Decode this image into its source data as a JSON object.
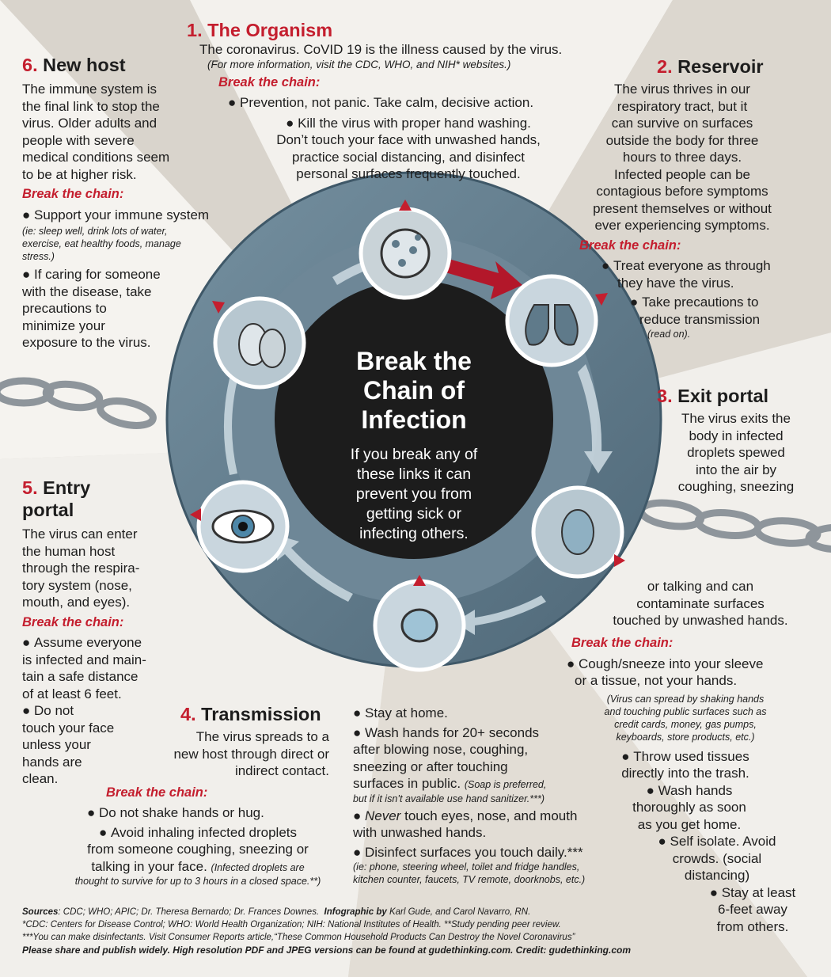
{
  "center": {
    "title_lines": [
      "Break the",
      "Chain of",
      "Infection"
    ],
    "text_lines": [
      "If you break any of",
      "these links it can",
      "prevent you from",
      "getting sick or",
      "infecting others."
    ]
  },
  "break_label": "Break the chain:",
  "s1": {
    "num": "1.",
    "title": "The Organism",
    "text": "The coronavirus. CoVID 19 is the illness caused by the virus.",
    "note": "(For more information, visit the CDC, WHO, and NIH* websites.)",
    "b1": "Prevention, not panic. Take calm, decisive action.",
    "b2_lines": [
      "Kill the virus with proper hand washing.",
      "Don’t touch your face with unwashed hands,",
      "practice social distancing, and disinfect",
      "personal surfaces frequently touched."
    ]
  },
  "s2": {
    "num": "2.",
    "title": "Reservoir",
    "text_lines": [
      "The virus thrives in our",
      "respiratory tract, but it",
      "can survive on surfaces",
      "outside the body for three",
      "hours to three days.",
      "Infected people can be",
      "contagious before symptoms",
      "present themselves or without",
      "ever experiencing symptoms."
    ],
    "b1_lines": [
      "Treat everyone as through",
      "they have the virus."
    ],
    "b2_lines": [
      "Take precautions to",
      "reduce transmission"
    ],
    "note": "(read on)."
  },
  "s3": {
    "num": "3.",
    "title": "Exit portal",
    "text_lines": [
      "The virus exits the",
      "body in infected",
      "droplets spewed",
      "into the air by",
      "coughing, sneezing"
    ],
    "cont_lines": [
      "or talking and can",
      "contaminate surfaces",
      "touched by unwashed hands."
    ],
    "b1_lines": [
      "Cough/sneeze into your sleeve",
      "or a tissue, not your hands."
    ],
    "note_lines": [
      "(Virus can spread by shaking hands",
      "and touching public surfaces such as",
      "credit cards, money, gas pumps,",
      "keyboards, store products, etc.)"
    ],
    "b2_lines": [
      "Throw used tissues",
      "directly into the trash."
    ],
    "b3_lines": [
      "Wash hands",
      "thoroughly as soon",
      "as you get home."
    ],
    "b4_lines": [
      "Self isolate. Avoid",
      "crowds. (social",
      "distancing)"
    ],
    "b5_lines": [
      "Stay at least",
      "6-feet away",
      "from others."
    ]
  },
  "s4": {
    "num": "4.",
    "title": "Transmission",
    "text_lines": [
      "The virus spreads to a",
      "new host through direct or",
      "indirect contact."
    ],
    "b1": "Do not shake hands or hug.",
    "b2_lines": [
      "Avoid inhaling infected droplets",
      "from someone coughing, sneezing or",
      "talking in your face."
    ],
    "note_lines": [
      "(Infected droplets are",
      "thought to survive for up to 3 hours in a closed space.**)"
    ],
    "m1": "Stay at home.",
    "m2_lines": [
      "Wash hands for 20+ seconds",
      "after blowing nose, coughing,",
      "sneezing or after touching",
      "surfaces in public."
    ],
    "m2_note_lines": [
      "(Soap is preferred,",
      "but if it isn’t available use hand sanitizer.***)"
    ],
    "m3_em": "Never",
    "m3_lines": [
      "touch eyes, nose, and mouth",
      "with unwashed hands."
    ],
    "m4": "Disinfect surfaces you touch daily.***",
    "m4_note_lines": [
      "(ie: phone, steering wheel, toilet and fridge handles,",
      "kitchen counter, faucets, TV remote, doorknobs, etc.)"
    ]
  },
  "s5": {
    "num": "5.",
    "title_lines": [
      "Entry",
      "portal"
    ],
    "text_lines": [
      "The virus can enter",
      "the human host",
      "through the respira-",
      "tory system (nose,",
      "mouth, and eyes)."
    ],
    "b1_lines": [
      "Assume everyone",
      "is infected and main-",
      "tain a safe distance",
      "of at least 6 feet."
    ],
    "b2_lines": [
      "Do not",
      "touch your face",
      "unless your",
      "hands are",
      "clean."
    ]
  },
  "s6": {
    "num": "6.",
    "title": "New host",
    "text_lines": [
      "The immune system is",
      "the final link to stop the",
      "virus. Older adults and",
      "people with severe",
      "medical conditions seem",
      "to be at higher risk."
    ],
    "b1": "Support your immune system",
    "note_lines": [
      "(ie: sleep well, drink lots of water,",
      "exercise, eat healthy foods, manage",
      "stress.)"
    ],
    "b2_lines": [
      "If caring for someone",
      "with the disease, take",
      "precautions to",
      "minimize your",
      "exposure to the virus."
    ]
  },
  "footer": {
    "sources_label": "Sources",
    "sources": ": CDC; WHO; APIC; Dr. Theresa Bernardo; Dr. Frances Downes.",
    "infographic_label": "Infographic by",
    "infographic": "Karl Gude, and Carol Navarro, RN.",
    "line2": "*CDC: Centers for Disease Control; WHO: World Health Organization; NIH: National Institutes of Health. **Study pending peer review.",
    "line3": "***You can make disinfectants. Visit Consumer Reports article,“These Common Household Products Can Destroy the Novel Coronavirus”",
    "line4": "Please share and publish widely. High resolution PDF and JPEG versions can be found at gudethinking.com. Credit: gudethinking.com"
  },
  "colors": {
    "red": "#c41e2e",
    "ring": "#5f7a8a",
    "center": "#1c1c1c",
    "paper": "#f2f0ec"
  }
}
